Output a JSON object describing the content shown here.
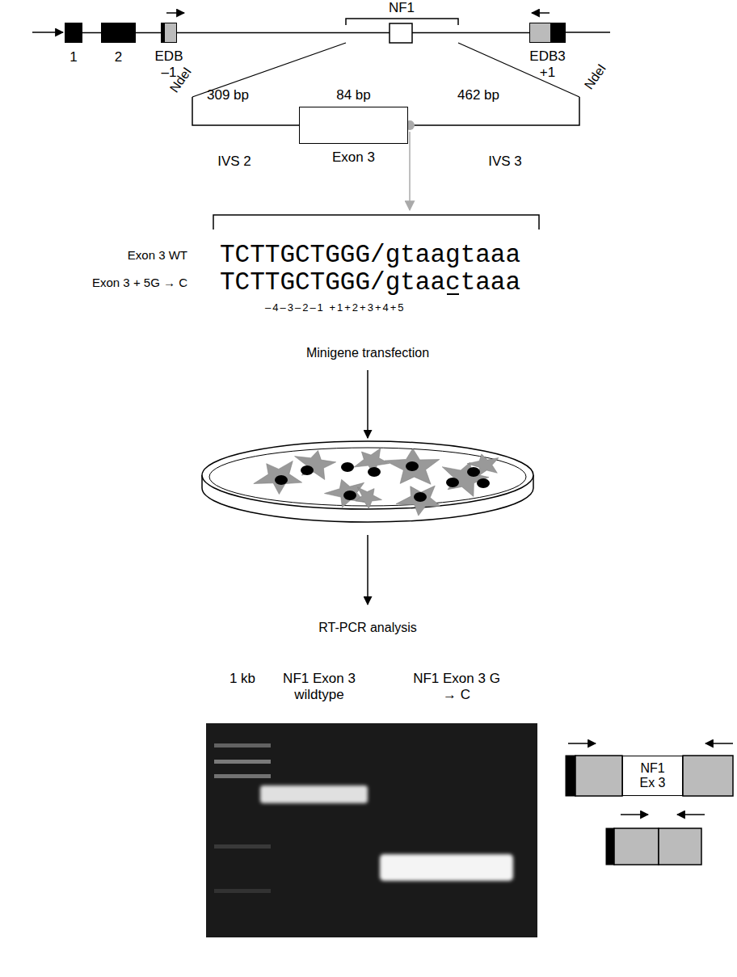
{
  "diagram": {
    "nodes": [
      {
        "text": [
          "1"
        ]
      },
      {
        "text": [
          "2"
        ]
      },
      {
        "text": [
          "EDB –1"
        ]
      },
      {
        "text": [
          "EDB3 +1"
        ]
      },
      {
        "text": [
          "84 bp",
          "Exon 3"
        ]
      },
      {
        "text": [
          "NF1 Ex 3"
        ]
      }
    ],
    "edges": [
      {
        "from": 0,
        "to": 1,
        "arrow": "none"
      },
      {
        "from": 1,
        "to": 2,
        "arrow": "none"
      },
      {
        "from": 2,
        "to": 3,
        "arrow": "none"
      }
    ],
    "labels": [
      "NF1",
      "NdeI",
      "NdeI",
      "309 bp",
      "462 bp",
      "IVS 2",
      "IVS 3",
      "Exon 3 WT",
      "TCTTGCTGGG/gtaagtaaa",
      "Exon 3 + 5G → C",
      "TCTTGCTGGG/gtaactaaa",
      "–4–3–2–1 +1+2+3+4+5",
      "Minigene transfection",
      "RT-PCR analysis",
      "1 kb",
      "NF1 Exon 3 wildtype",
      "NF1 Exon 3 G → C"
    ]
  }
}
